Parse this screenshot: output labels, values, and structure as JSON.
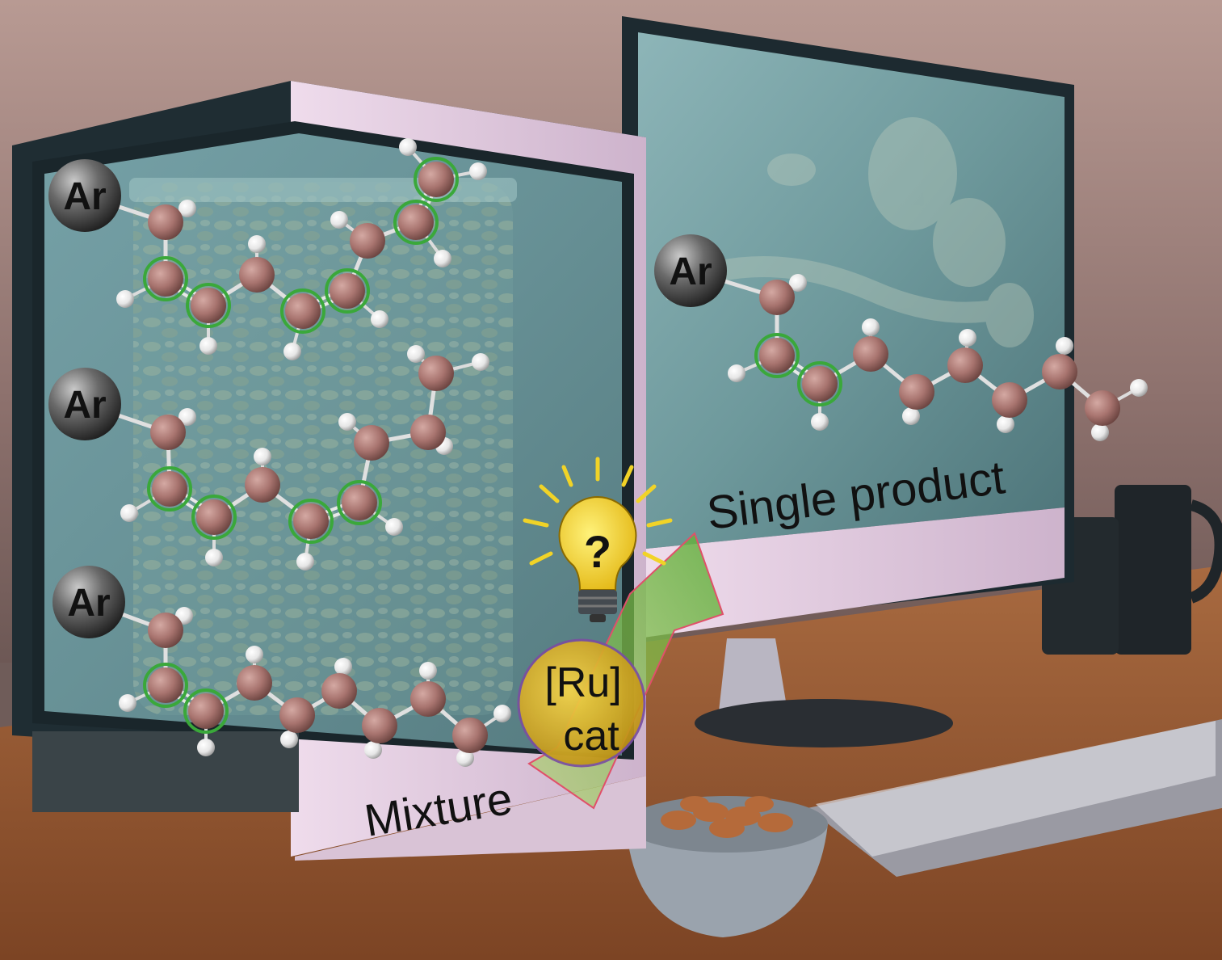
{
  "labels": {
    "aryl": "Ar",
    "mixture": "Mixture",
    "single_product": "Single product",
    "catalyst_line1": "[Ru]",
    "catalyst_line2": "cat",
    "idea_mark": "?"
  },
  "colors": {
    "background": "#8a6f6c",
    "wall_top": "#b88f86",
    "desk": "#a45f34",
    "bezel": "#2c3a40",
    "glass": "#6f9ea4",
    "frame_pink": "#e3cbe0",
    "carbon": "#a8746f",
    "hydrogen": "#f2f2f2",
    "alkene_highlight": "#3aa83a",
    "aryl_sphere": "#2f2f2f",
    "bulb": "#f1d327",
    "catalyst_circle": "#d9ad1a",
    "catalyst_ring": "#7a4fa0",
    "arrow_fill": "#8fc94f",
    "arrow_edge": "#e0506a"
  },
  "icons": [
    "lightbulb-icon",
    "arrow-icon"
  ]
}
